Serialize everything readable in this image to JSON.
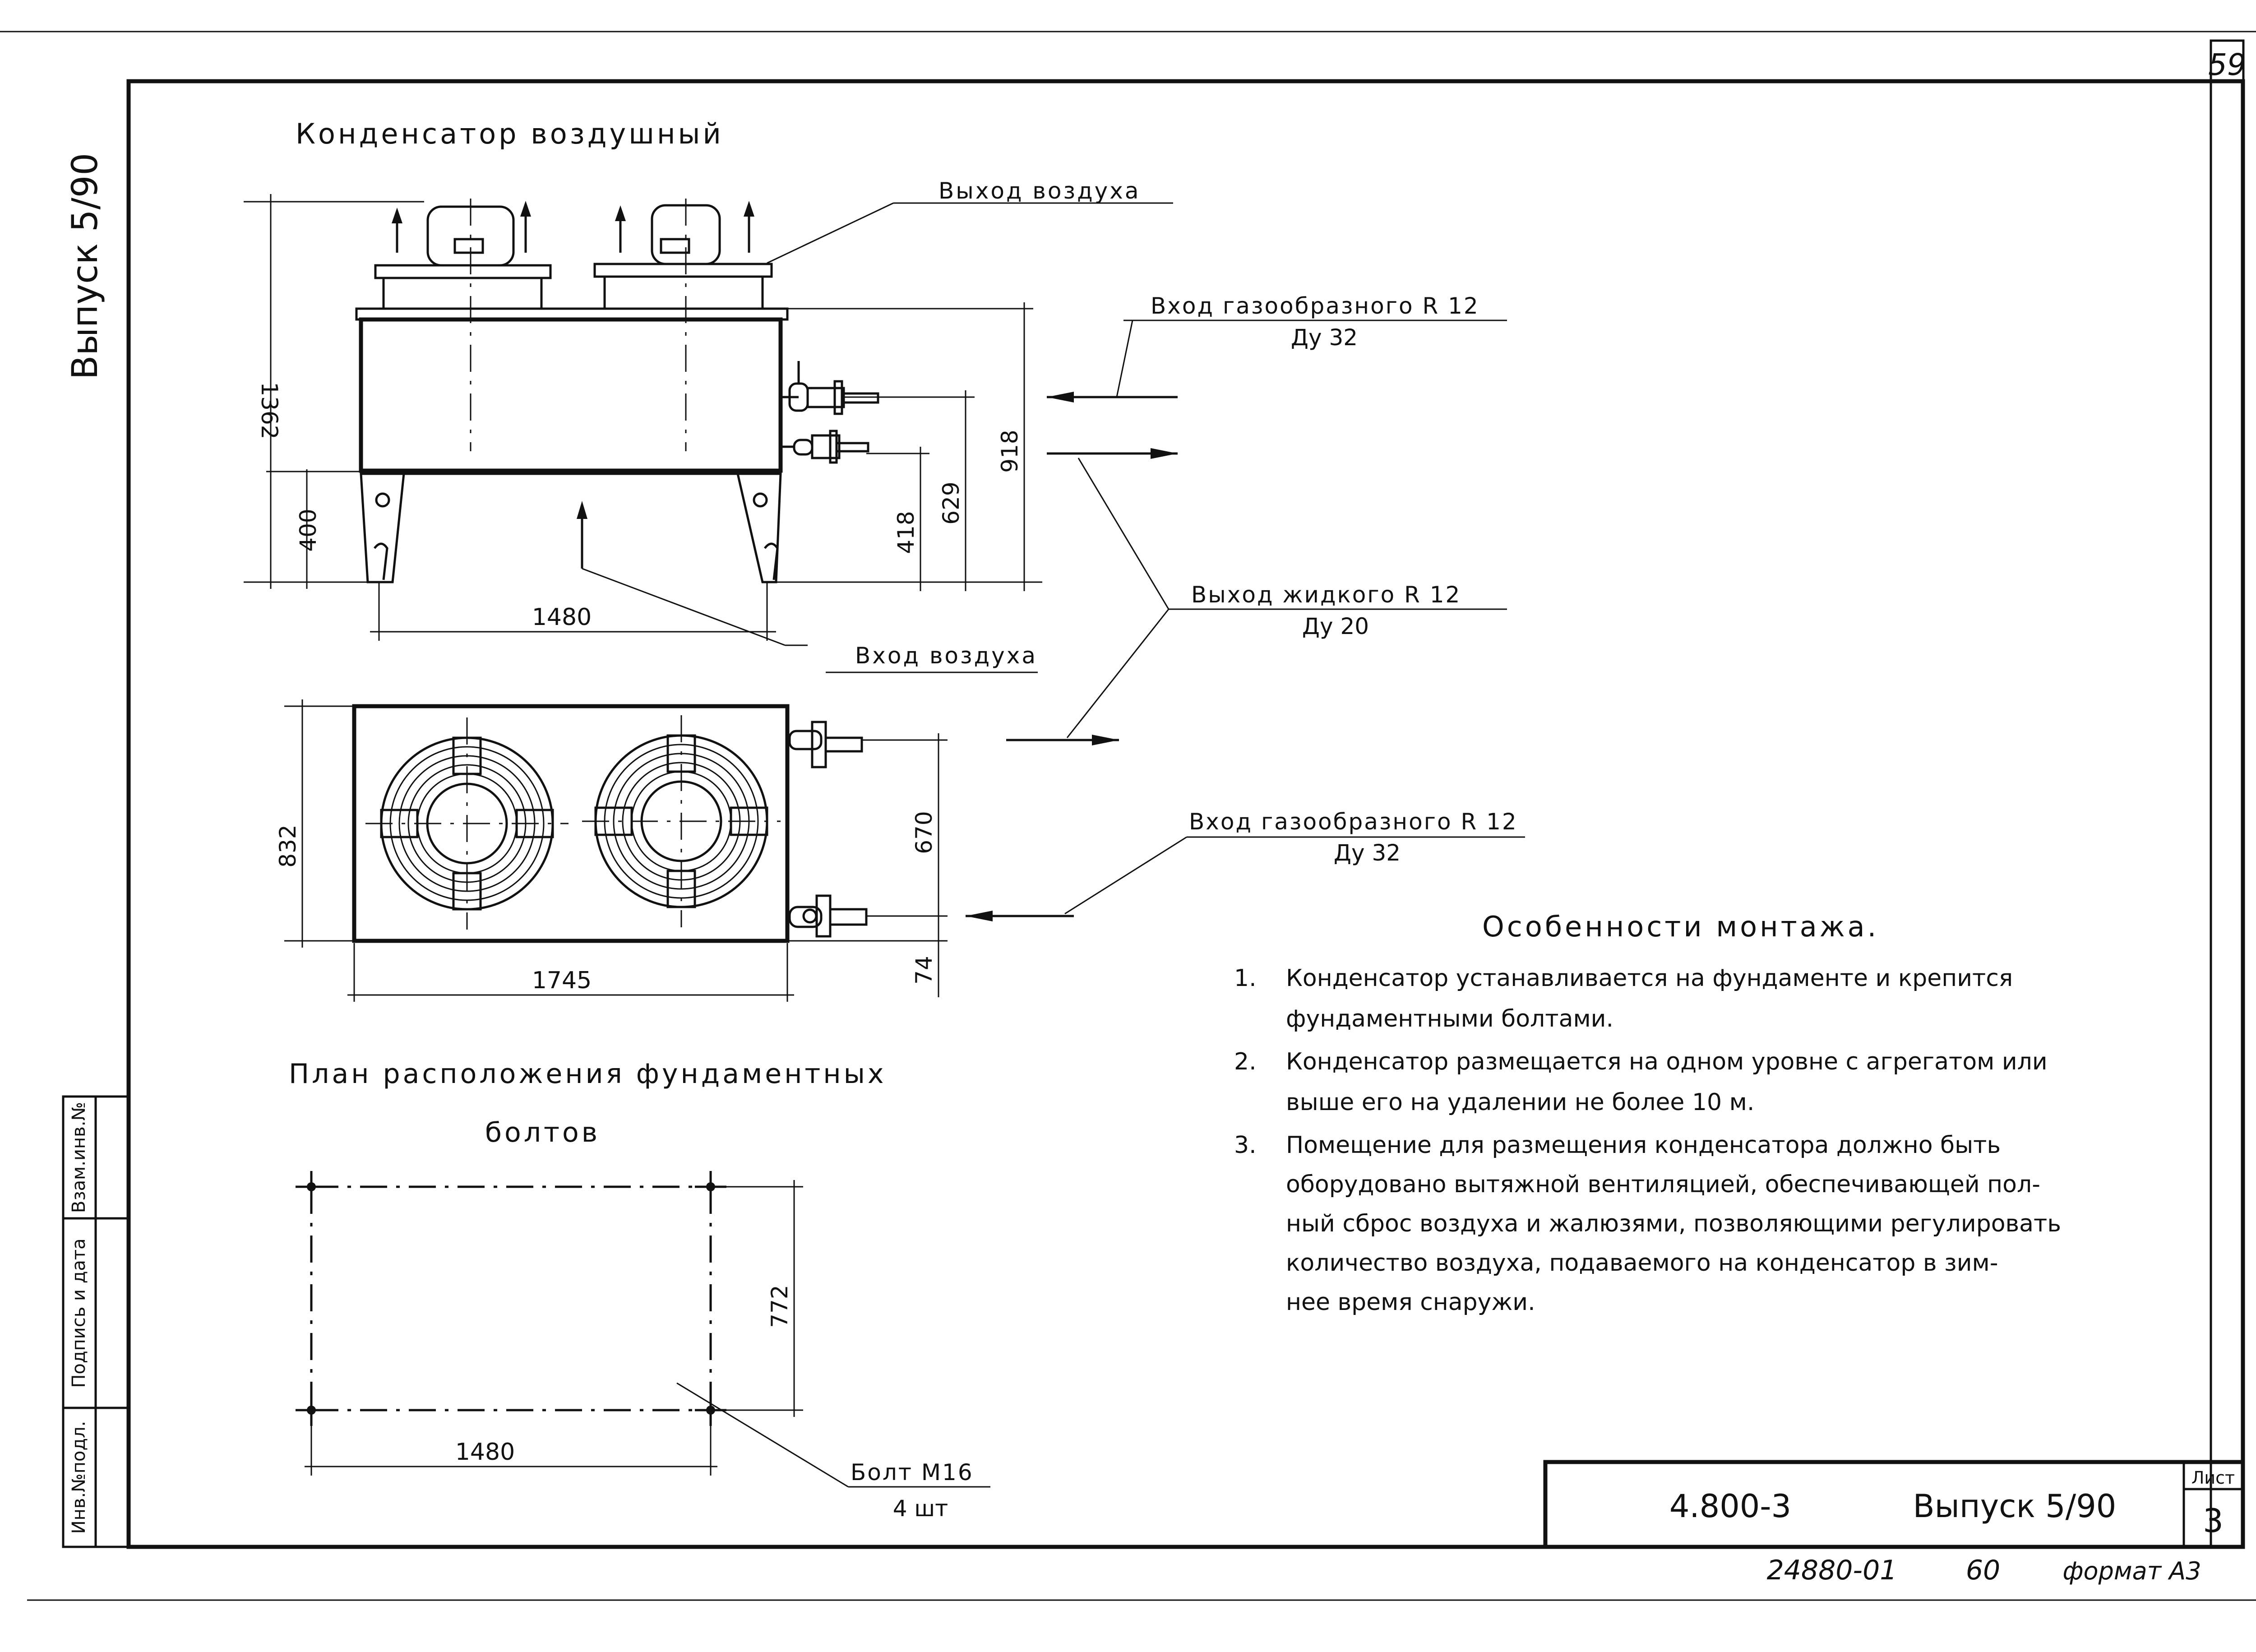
{
  "sheet": {
    "page_number": "59",
    "side_issue": "Выпуск 5/90",
    "stamp_labels": [
      "Инв.№подл.",
      "Подпись и дата",
      "Взам.инв.№"
    ],
    "title_block": {
      "code": "4.800-3",
      "issue": "Выпуск 5/90",
      "sheet_label": "Лист",
      "sheet_number": "3"
    },
    "footer": {
      "order": "24880-01",
      "page": "60",
      "format": "формат А3"
    }
  },
  "condenser": {
    "title": "Конденсатор воздушный",
    "air_out": "Выход воздуха",
    "air_in": "Вход воздуха",
    "gas_in_top": "Вход газообразного R 12",
    "gas_in_top_dn": "Ду 32",
    "liquid_out": "Выход жидкого R 12",
    "liquid_out_dn": "Ду 20",
    "gas_in_plan": "Вход газообразного R 12",
    "gas_in_plan_dn": "Ду 32",
    "dims": {
      "height_total": "1362",
      "leg_height": "400",
      "base_width": "1480",
      "outlet_418": "418",
      "inlet_629": "629",
      "body_918": "918",
      "plan_width": "1745",
      "plan_depth": "832",
      "pipe_spacing": "670",
      "pipe_offset": "74"
    }
  },
  "bolts": {
    "title_line1": "План расположения фундаментных",
    "title_line2": "болтов",
    "dim_width": "1480",
    "dim_depth": "772",
    "bolt_label": "Болт М16",
    "bolt_count": "4 шт"
  },
  "notes": {
    "title": "Особенности монтажа.",
    "items": [
      {
        "num": "1.",
        "lines": [
          "Конденсатор устанавливается на фундаменте и крепится",
          "фундаментными болтами."
        ]
      },
      {
        "num": "2.",
        "lines": [
          "Конденсатор размещается на одном уровне с агрегатом или",
          "выше его на удалении не более 10 м."
        ]
      },
      {
        "num": "3.",
        "lines": [
          "Помещение для размещения конденсатора должно быть",
          "оборудовано вытяжной вентиляцией, обеспечивающей пол-",
          "ный сброс воздуха и жалюзями, позволяющими регулировать",
          "количество воздуха, подаваемого на конденсатор в зим-",
          "нее время снаружи."
        ]
      }
    ]
  }
}
